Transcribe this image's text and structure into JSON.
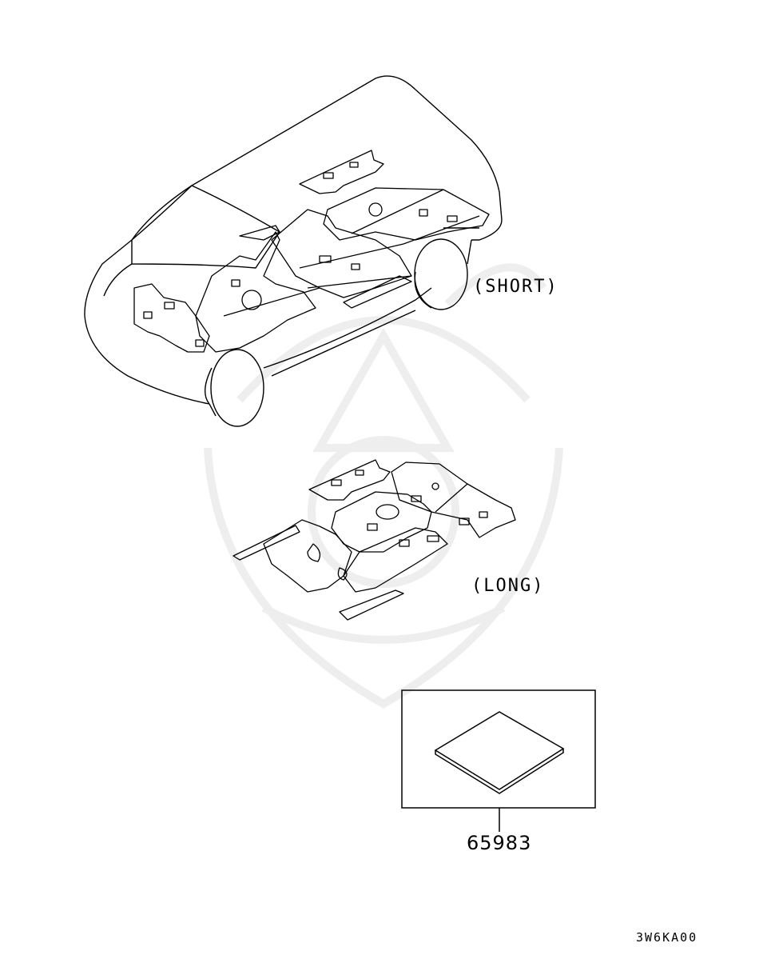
{
  "labels": {
    "short": "(SHORT)",
    "long": "(LONG)",
    "part_number": "65983",
    "diagram_code": "3W6KA00"
  }
}
